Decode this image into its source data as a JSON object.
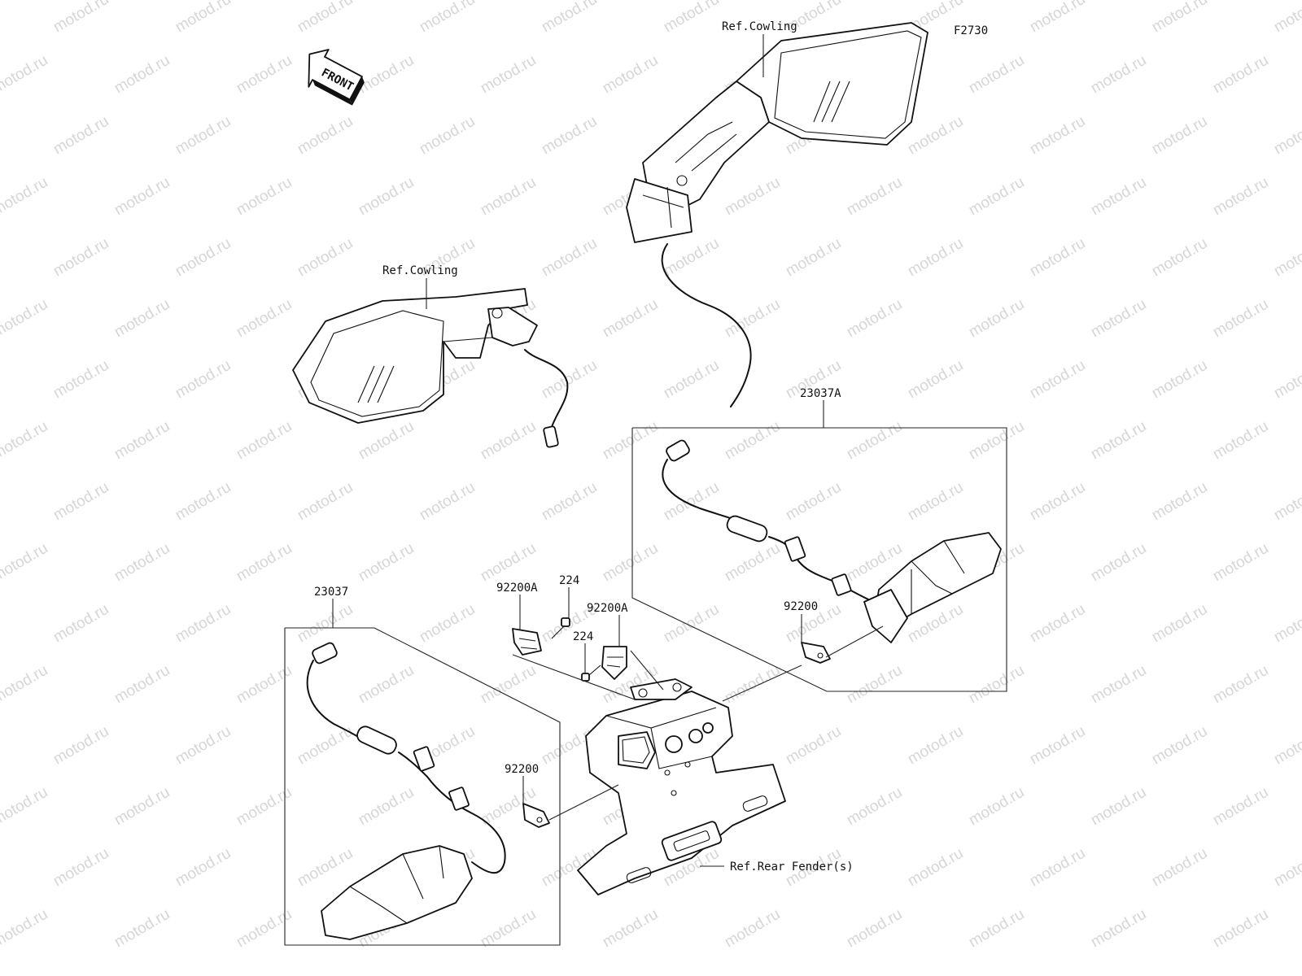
{
  "diagram_code": "F2730",
  "watermark_text": "motod.ru",
  "direction_arrow_label": "FRONT",
  "callouts": [
    {
      "id": "ref-cowling-right-mirror",
      "text": "Ref.Cowling"
    },
    {
      "id": "ref-cowling-left-mirror",
      "text": "Ref.Cowling"
    },
    {
      "id": "part-23037a",
      "text": "23037A"
    },
    {
      "id": "part-23037",
      "text": "23037"
    },
    {
      "id": "part-92200a-left",
      "text": "92200A"
    },
    {
      "id": "part-224-upper",
      "text": "224"
    },
    {
      "id": "part-92200a-right",
      "text": "92200A"
    },
    {
      "id": "part-224-lower",
      "text": "224"
    },
    {
      "id": "part-92200-right",
      "text": "92200"
    },
    {
      "id": "part-92200-left",
      "text": "92200"
    },
    {
      "id": "ref-rear-fender",
      "text": "Ref.Rear Fender(s)"
    }
  ]
}
